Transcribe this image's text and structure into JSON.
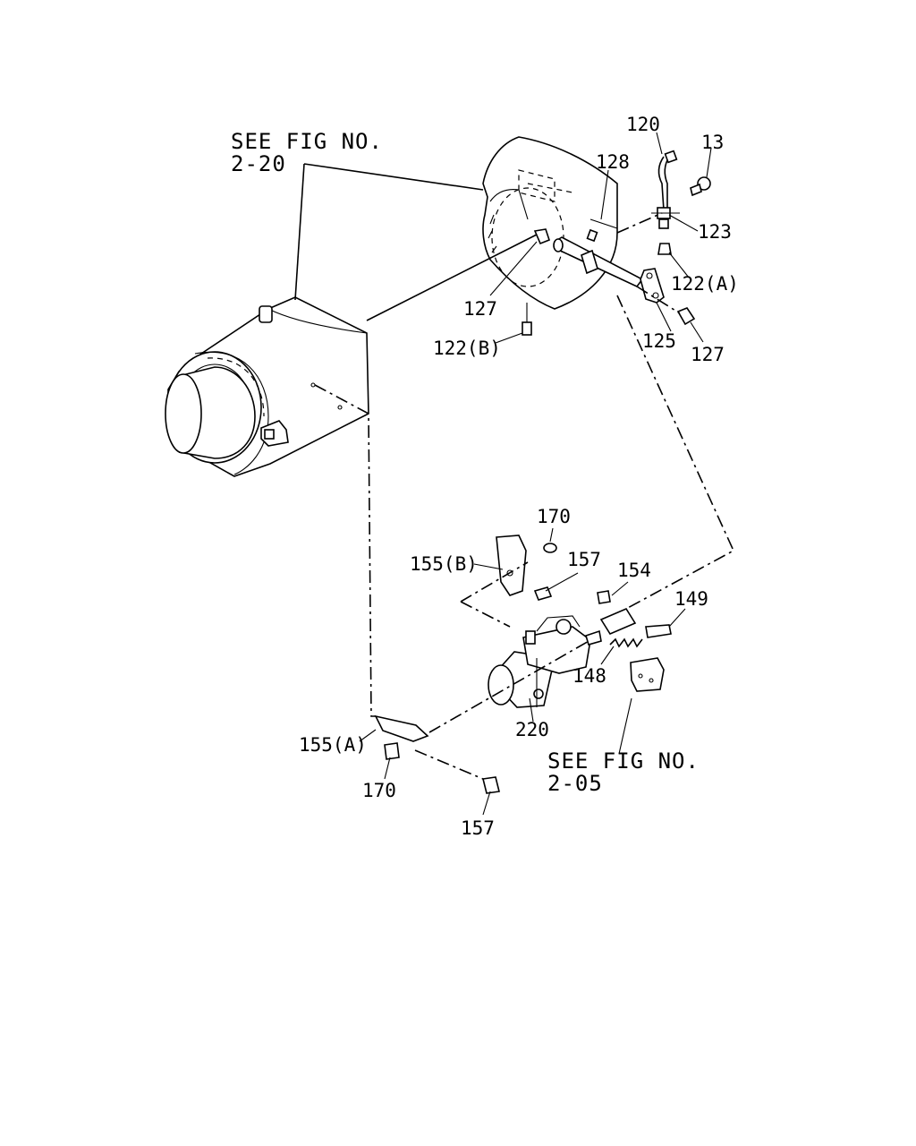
{
  "references": {
    "fig_2_20_line1": "SEE FIG NO.",
    "fig_2_20_line2": "2-20",
    "fig_2_05_line1": "SEE FIG NO.",
    "fig_2_05_line2": "2-05"
  },
  "callouts": {
    "c120": "120",
    "c13": "13",
    "c128": "128",
    "c123": "123",
    "c122a": "122(A)",
    "c127_left": "127",
    "c122b": "122(B)",
    "c125": "125",
    "c127_right": "127",
    "c170_top": "170",
    "c155b": "155(B)",
    "c157_top": "157",
    "c154": "154",
    "c149": "149",
    "c148": "148",
    "c220": "220",
    "c155a": "155(A)",
    "c170_bottom": "170",
    "c157_bottom": "157"
  }
}
